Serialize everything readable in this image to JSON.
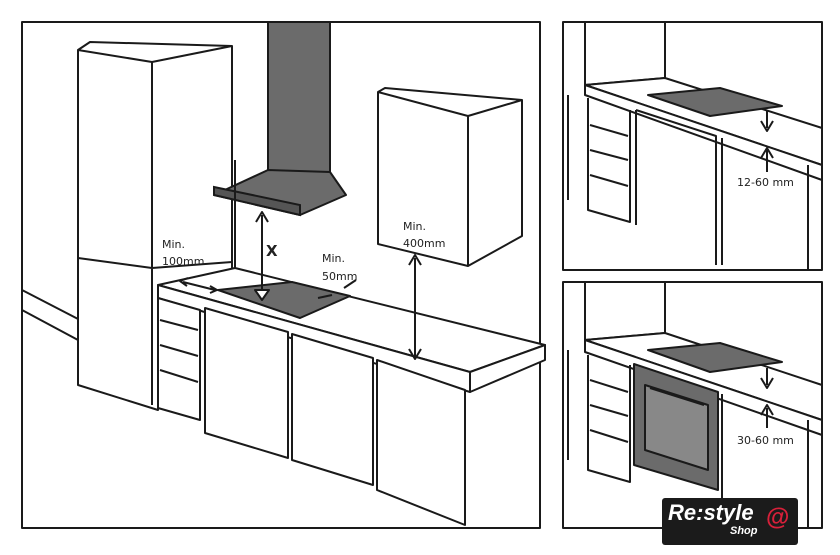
{
  "main": {
    "label_side_min": "Min.",
    "label_side_value": "100mm",
    "label_back_min": "Min.",
    "label_back_value": "50mm",
    "label_cabinet_min": "Min.",
    "label_cabinet_value": "400mm",
    "label_hood_distance": "X"
  },
  "detail_top": {
    "label": "12-60 mm"
  },
  "detail_bottom": {
    "label": "30-60 mm"
  },
  "logo": {
    "text": "Re:style",
    "sub": "Shop",
    "symbol": "@",
    "accent": "#d8203a"
  }
}
